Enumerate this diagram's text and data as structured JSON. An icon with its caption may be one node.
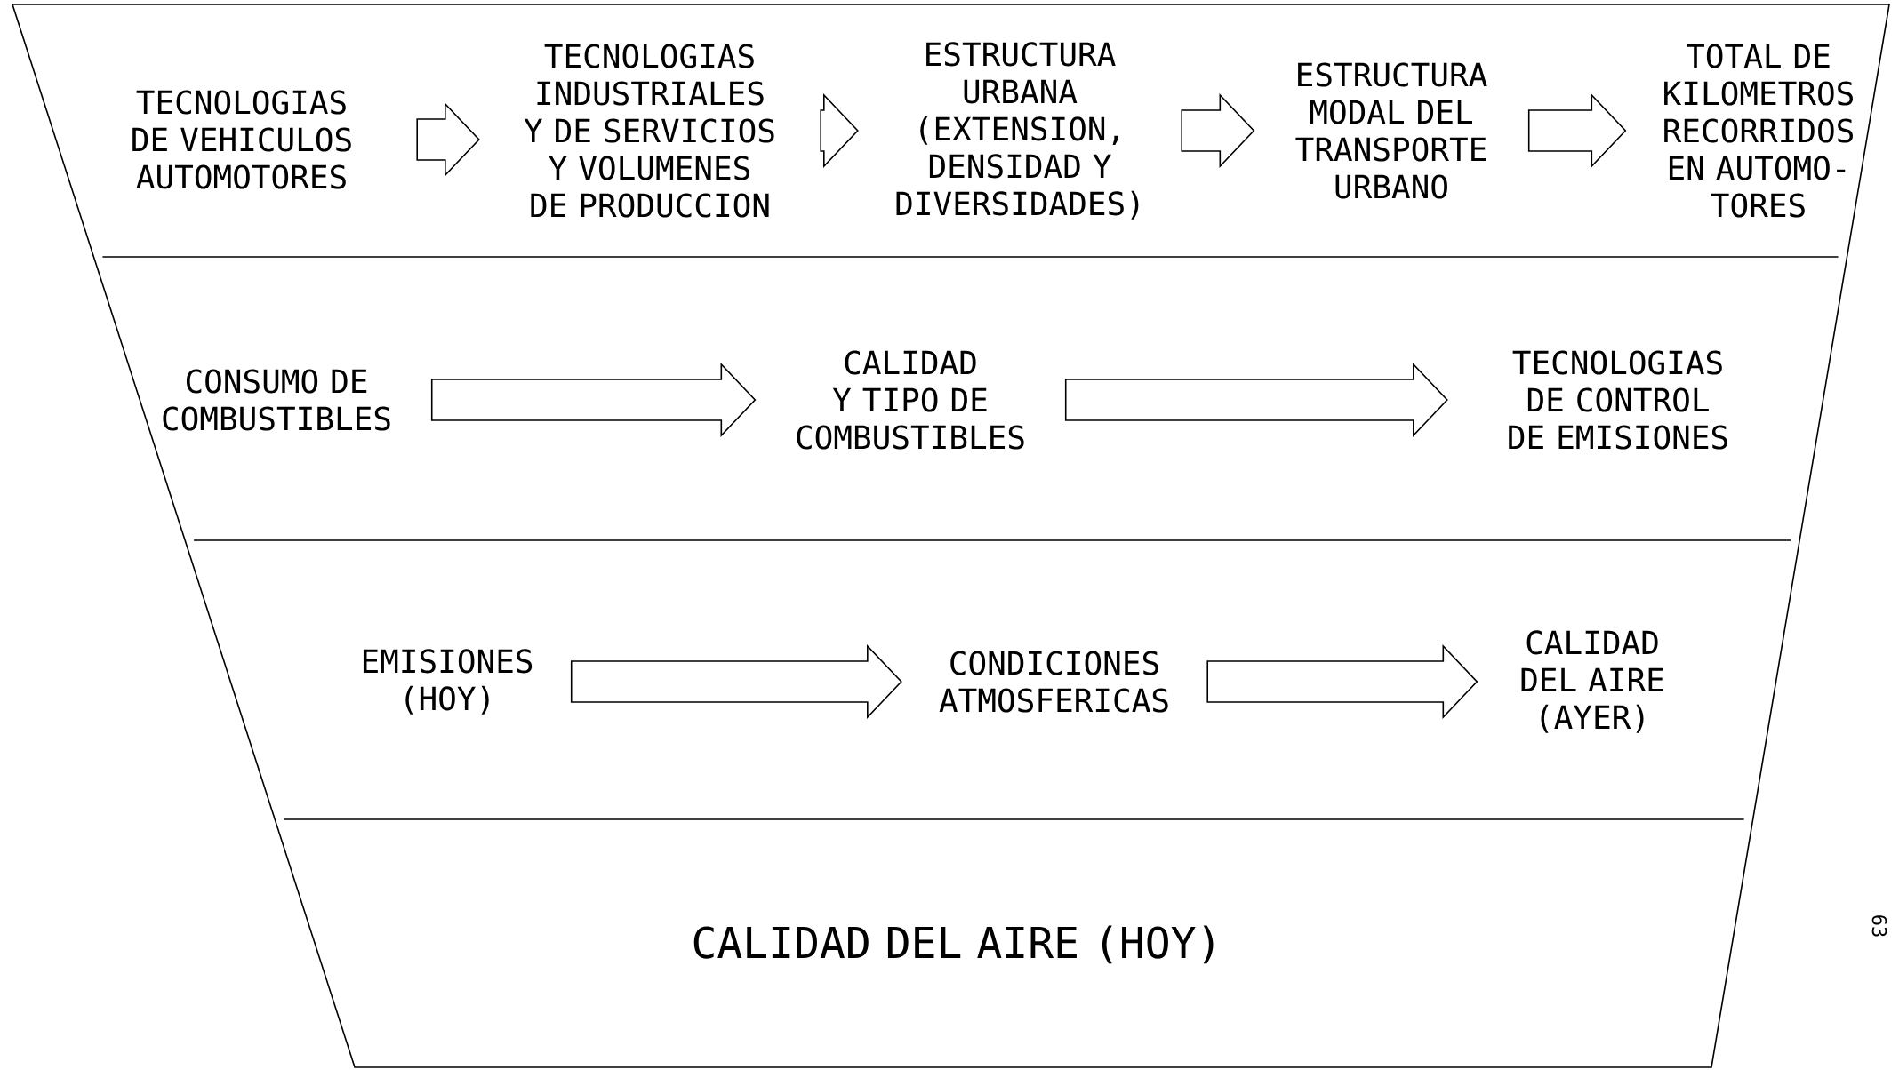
{
  "diagram": {
    "nodes": [
      {
        "text": [
          "TECNOLOGIAS DE VEHICULOS AUTOMOTORES"
        ]
      },
      {
        "text": [
          "TECNOLOGIAS INDUSTRIALES Y DE SERVICIOS Y VOLUMENES DE PRODUCCION"
        ]
      },
      {
        "text": [
          "ESTRUCTURA URBANA (EXTENSION, DENSIDAD Y DIVERSIDADES)"
        ]
      },
      {
        "text": [
          "ESTRUCTURA MODAL DEL TRANSPORTE URBANO"
        ]
      },
      {
        "text": [
          "TOTAL DE KILOMETROS RECORRIDOS EN AUTOMO- TORES"
        ]
      },
      {
        "text": [
          "CONSUMO DE COMBUSTIBLES"
        ]
      },
      {
        "text": [
          "CALIDAD Y TIPO DE COMBUSTIBLES"
        ]
      },
      {
        "text": [
          "TECNOLOGIAS DE CONTROL DE EMISIONES"
        ]
      },
      {
        "text": [
          "EMISIONES (HOY)"
        ]
      },
      {
        "text": [
          "CONDICIONES ATMOSFERICAS"
        ]
      },
      {
        "text": [
          "CALIDAD DEL AIRE (AYER)"
        ]
      },
      {
        "text": [
          "CALIDAD DEL AIRE (HOY)"
        ]
      }
    ],
    "edges": [
      {
        "from": 0,
        "to": 1,
        "arrow": "to"
      },
      {
        "from": 1,
        "to": 2,
        "arrow": "to"
      },
      {
        "from": 2,
        "to": 3,
        "arrow": "to"
      },
      {
        "from": 3,
        "to": 4,
        "arrow": "to"
      },
      {
        "from": 5,
        "to": 6,
        "arrow": "to"
      },
      {
        "from": 6,
        "to": 7,
        "arrow": "to"
      },
      {
        "from": 8,
        "to": 9,
        "arrow": "to"
      },
      {
        "from": 9,
        "to": 10,
        "arrow": "to"
      }
    ],
    "labels": [
      "63"
    ]
  }
}
